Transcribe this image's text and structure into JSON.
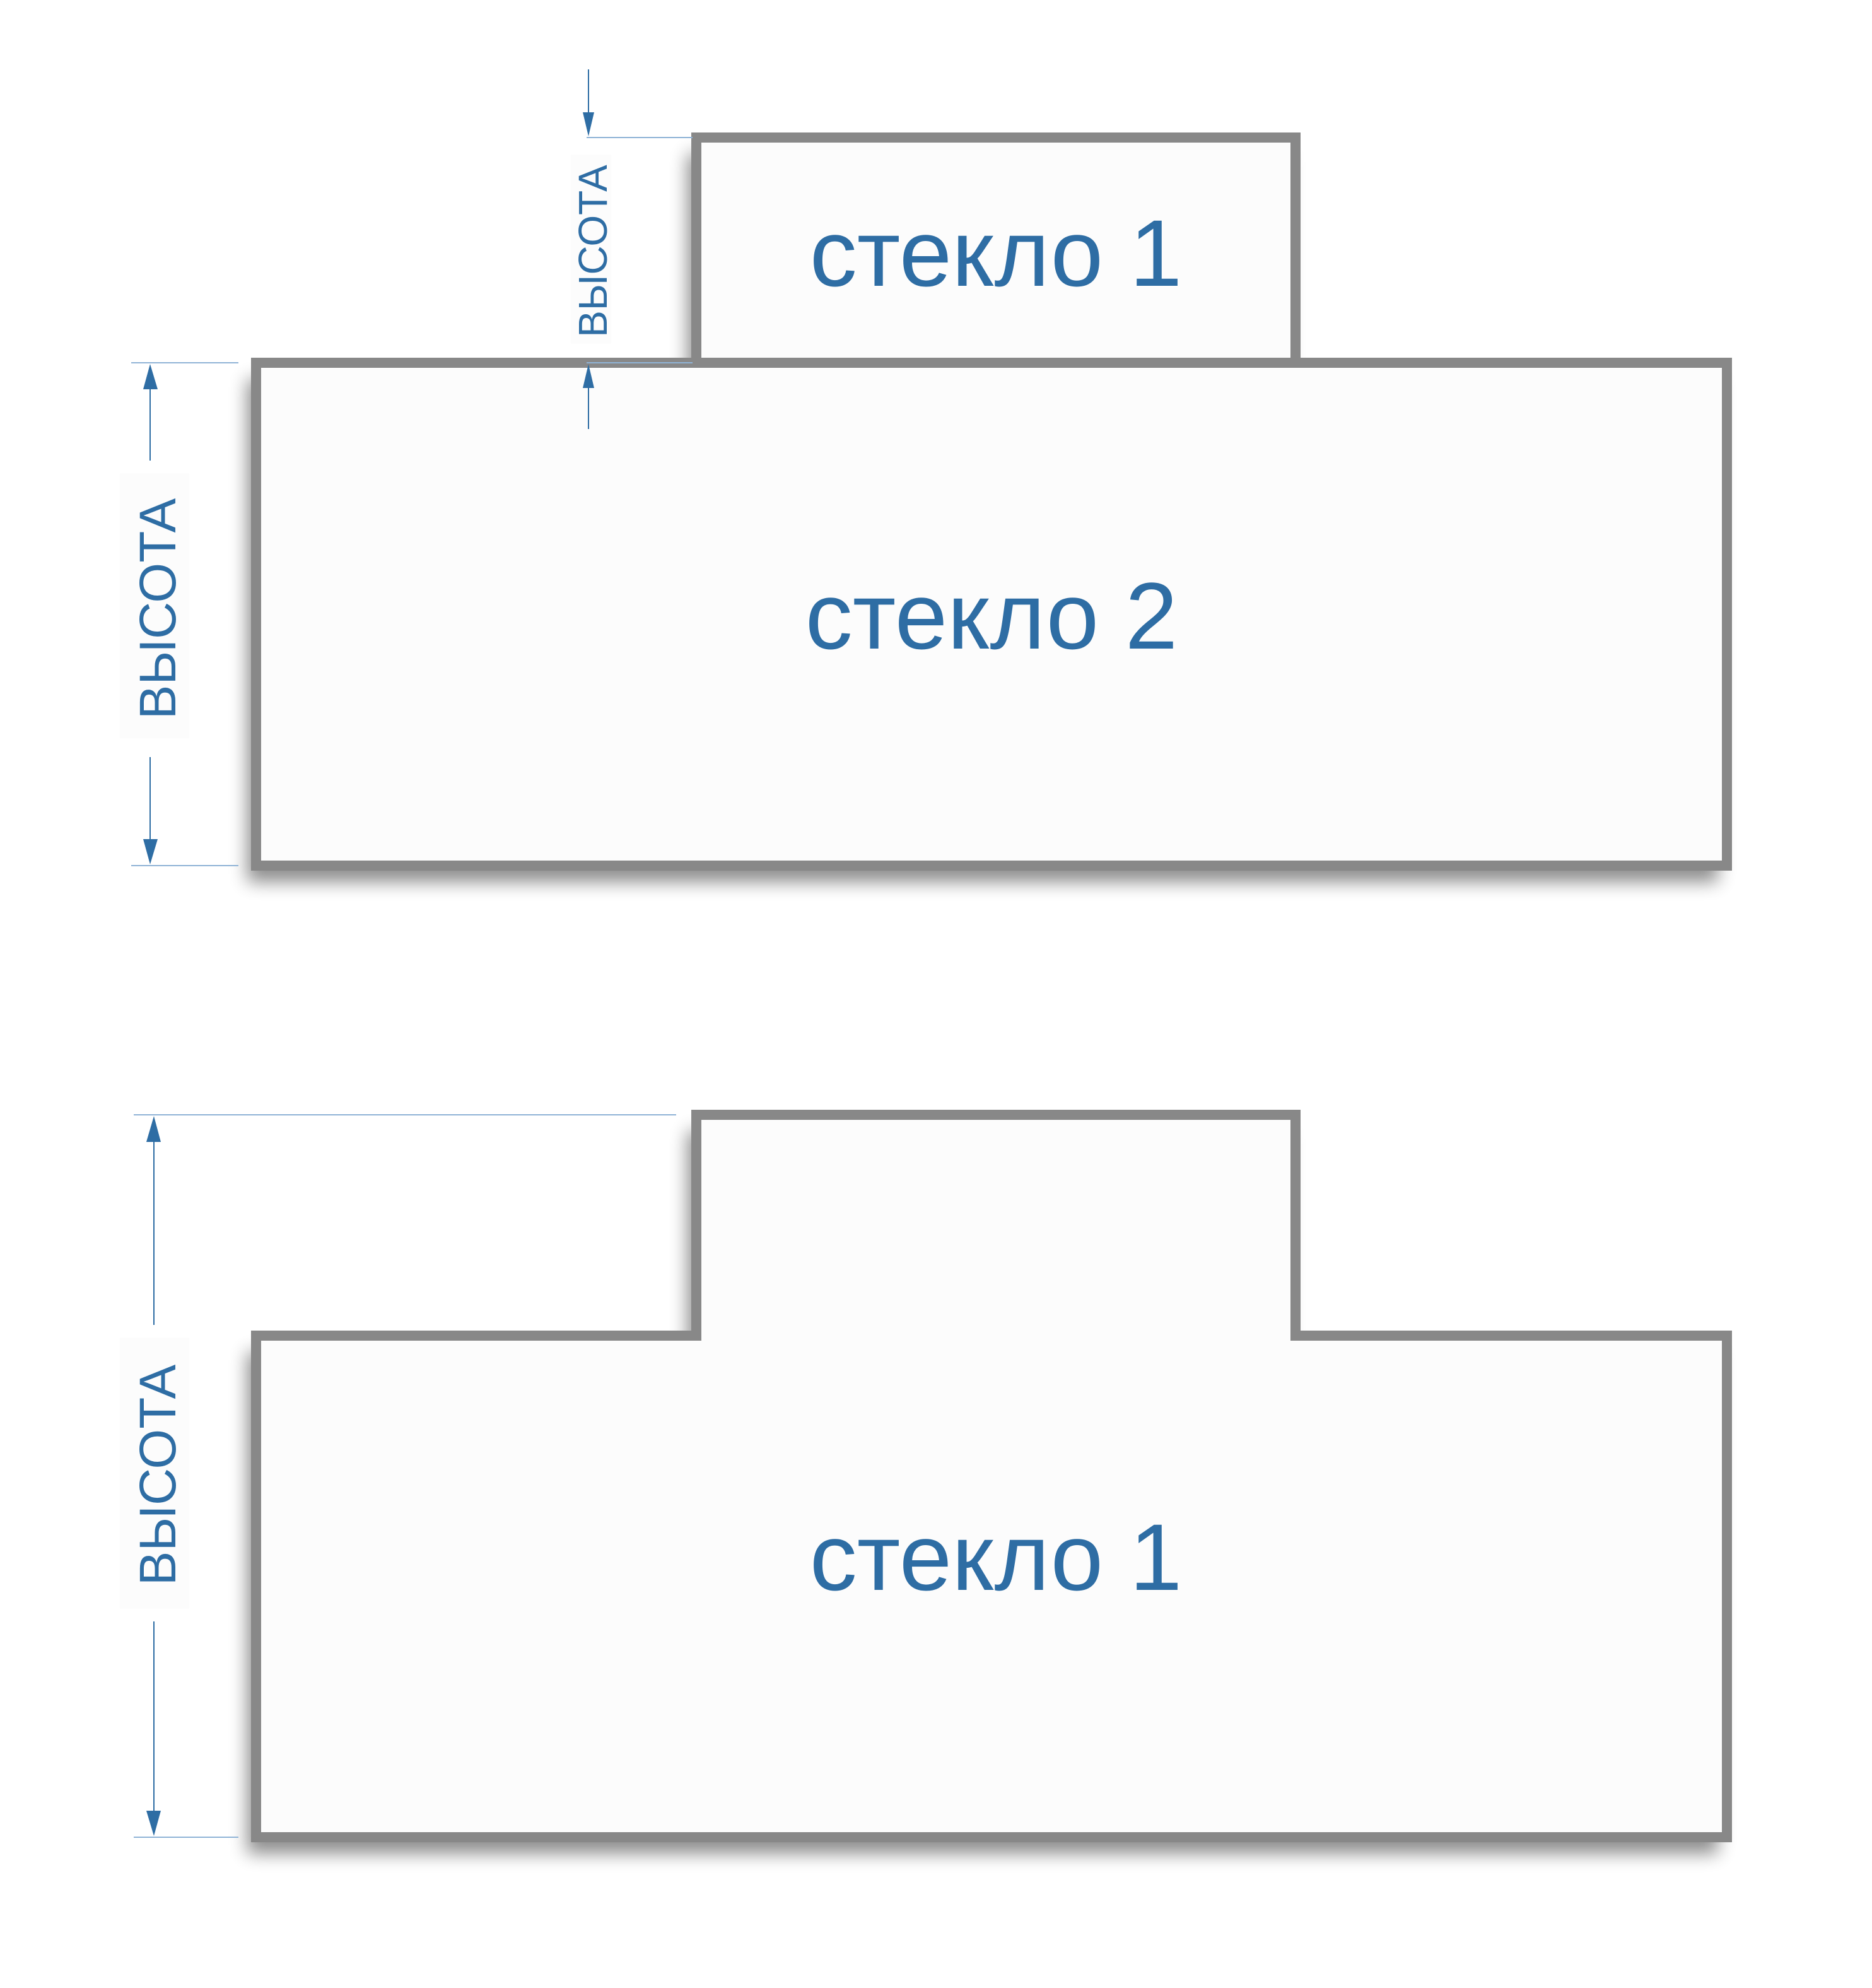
{
  "top_diagram": {
    "glass_top_label": "стекло 1",
    "glass_bottom_label": "стекло 2",
    "height_label_small": "ВЫСОТА",
    "height_label_large": "ВЫСОТА"
  },
  "bottom_diagram": {
    "glass_label": "стекло 1",
    "height_label": "ВЫСОТА"
  },
  "colors": {
    "label": "#2e6da4",
    "border": "#888888",
    "fill": "#fcfcfc"
  }
}
